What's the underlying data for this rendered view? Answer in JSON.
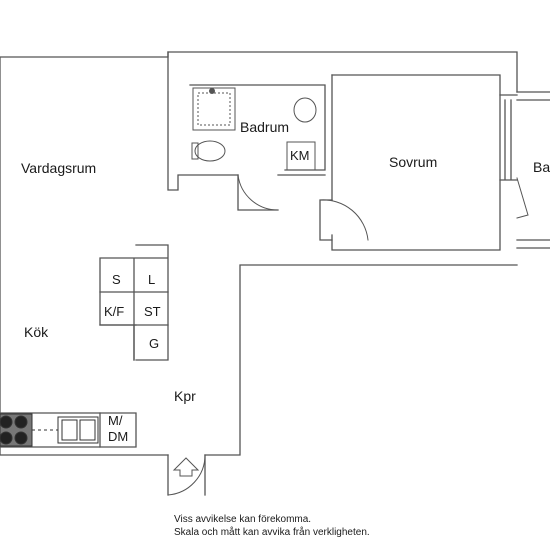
{
  "rooms": {
    "vardagsrum": "Vardagsrum",
    "badrum": "Badrum",
    "sovrum": "Sovrum",
    "balkong": "Ba",
    "kok": "Kök",
    "kpr": "Kpr",
    "km": "KM"
  },
  "storage": {
    "s": "S",
    "l": "L",
    "kf": "K/F",
    "st": "ST",
    "g": "G",
    "mdm_line1": "M/",
    "mdm_line2": "DM"
  },
  "notes": {
    "line1": "Viss avvikelse kan förekomma.",
    "line2": "Skala och mått kan avvika från verkligheten."
  }
}
